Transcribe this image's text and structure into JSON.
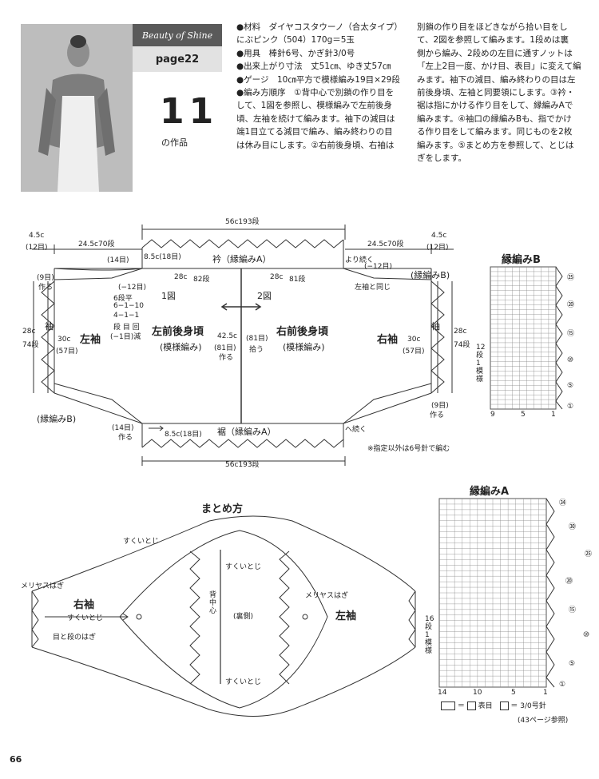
{
  "header": {
    "banner": "Beauty of Shine",
    "page_label": "page22",
    "work_number": "11",
    "work_suffix": "の作品"
  },
  "materials": {
    "materials_line1": "●材料　ダイヤコスタウーノ（合太タイプ）",
    "materials_line2": "にぶピンク（504）170g＝5玉",
    "tools": "●用具　棒針6号、かぎ針3/0号",
    "size": "●出来上がり寸法　丈51㎝、ゆき丈57㎝",
    "gauge": "●ゲージ　10㎝平方で模様編み19目×29段",
    "order_lines": [
      "●編み方順序　①背中心で別鎖の作り目を",
      "して、1図を参照し、模様編みで左前後身",
      "頃、左袖を続けて編みます。袖下の減目は",
      "端1目立てる減目で編み、編み終わりの目",
      "は休み目にします。②右前後身頃、右袖は"
    ],
    "order_lines2": [
      "別鎖の作り目をほどきながら拾い目をし",
      "て、2図を参照して編みます。1段めは裏",
      "側から編み、2段めの左目に通すノットは",
      "「左上2目一度、かけ目、表目」に変えて編",
      "みます。袖下の減目、編み終わりの目は左",
      "前後身頃、左袖と同要領にします。③衿・",
      "裾は指にかける作り目をして、縁編みAで",
      "編みます。④袖口の縁編みBも、指でかけ",
      "る作り目をして編みます。同じものを2枚",
      "編みます。⑤まとめ方を参照して、とじは",
      "ぎをします。"
    ]
  },
  "diagram": {
    "top_width": "56c",
    "top_rows": "193段",
    "left_top_w": "24.5c",
    "left_top_rows": "70段",
    "right_top_w": "24.5c",
    "right_top_rows": "70段",
    "corner_left": "4.5c",
    "corner_left_st": "(12目)",
    "corner_right": "4.5c",
    "corner_right_st": "(12目)",
    "collar_label": "衿（縁編みA）",
    "collar_w_left": "8.5c(18目)",
    "collar_st_left": "(14目)",
    "collar_continue": "より続く",
    "dec_right": "(−12目)",
    "same_left": "左袖と同じ",
    "left_28c": "28c",
    "left_82": "82段",
    "right_28c": "28c",
    "right_81": "81段",
    "fig1": "1図",
    "fig2": "2図",
    "cuff_left": "(縁編みB)",
    "cuff_right": "(縁編みB)",
    "cuff_9_left": "(9目)",
    "cuff_9_left_b": "作る",
    "cuff_9_right": "(9目)",
    "cuff_9_right_b": "作る",
    "dec_left": "(−12目)",
    "dec_steps": [
      "6段平",
      "6−1−10",
      "4−1−1",
      "段 目 回"
    ],
    "dec_total": "(−1目)減",
    "sleeve_char": "袖",
    "sleeve_h_left": "28c",
    "sleeve_rows_left": "74段",
    "sleeve_h_right": "28c",
    "sleeve_rows_right": "74段",
    "left_sleeve": "左袖",
    "right_sleeve": "右袖",
    "left_sleeve_w": "30c",
    "left_sleeve_st": "(57目)",
    "right_sleeve_w": "30c",
    "right_sleeve_st": "(57目)",
    "left_body": "左前後身頃",
    "left_body_sub": "(模様編み)",
    "right_body": "右前後身頃",
    "right_body_sub": "(模様編み)",
    "center_h": "42.5c",
    "center_st_left": "(81目)",
    "center_make": "作る",
    "center_st_right": "(81目)",
    "center_pick": "拾う",
    "bottom_st_left": "(14目)",
    "bottom_make": "作る",
    "hem_w_left": "8.5c(18目)",
    "hem_label": "裾（縁編みA）",
    "hem_continue": "へ続く",
    "note": "※指定以外は6号針で編む",
    "bottom_width": "56c",
    "bottom_rows": "193段"
  },
  "chart_b": {
    "title": "縁編みB",
    "side_label": "12段1模様",
    "row_markers": [
      "㉕",
      "⑳",
      "⑮",
      "⑩",
      "⑤",
      "①"
    ],
    "col_markers": [
      "9",
      "5",
      "1"
    ]
  },
  "chart_a": {
    "title": "縁編みA",
    "side_label": "16段1模様",
    "row_markers": [
      "㉞",
      "㉚",
      "㉕",
      "⑳",
      "⑮",
      "⑩",
      "⑤",
      "①"
    ],
    "col_markers": [
      "14",
      "10",
      "5",
      "1"
    ],
    "legend_blank": "＝",
    "legend_knit": "表目",
    "legend_needle": "3/0号針",
    "legend_ref": "(43ページ参照)"
  },
  "assembly": {
    "title": "まとめ方",
    "sukui_top_left": "すくいとじ",
    "sukui_center_top": "すくいとじ",
    "sukui_center_bottom": "すくいとじ",
    "sukui_left": "すくいとじ",
    "center_back": "背中心",
    "reverse": "(裏側)",
    "left_metallic": "メリヤスはぎ",
    "right_metallic": "メリヤスはぎ",
    "right_sleeve": "右袖",
    "left_sleeve": "左袖",
    "eye_row_join": "目と段のはぎ"
  },
  "footer": {
    "page_number": "66"
  }
}
